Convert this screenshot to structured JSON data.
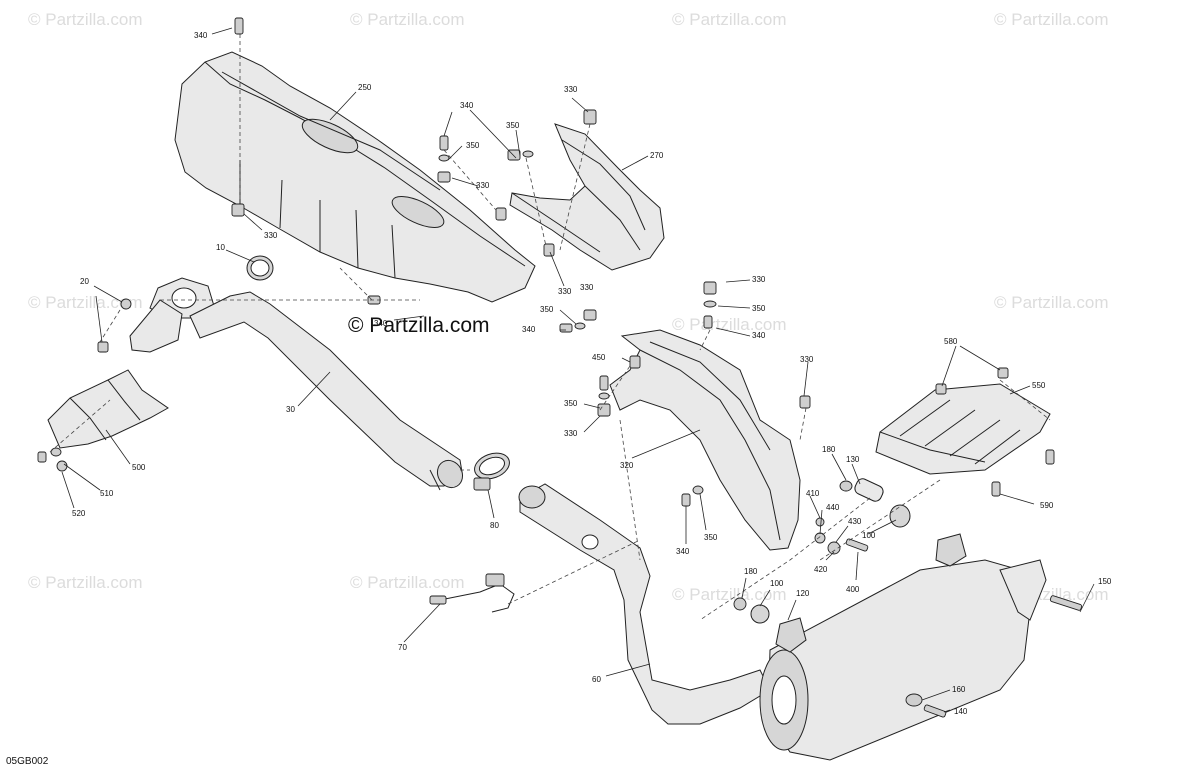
{
  "diagram": {
    "figure_id": "05GB002",
    "watermark_main": "© Partzilla.com",
    "watermark_repeat": "© Partzilla.com",
    "callouts": {
      "c340a": "340",
      "c250": "250",
      "c340b": "340",
      "c350a": "350",
      "c330a": "330",
      "c270": "270",
      "c350b": "350",
      "c330b": "330",
      "c330c": "330",
      "c330d": "330",
      "c10": "10",
      "c20": "20",
      "c340c": "340",
      "c330e": "330",
      "c350c": "350",
      "c340d": "340",
      "c330f": "330",
      "c350d": "350",
      "c340e": "340",
      "c450": "450",
      "c350e": "350",
      "c330g": "330",
      "c330h": "330",
      "c580": "580",
      "c550": "550",
      "c30": "30",
      "c500": "500",
      "c510": "510",
      "c520": "520",
      "c80": "80",
      "c320": "320",
      "c180a": "180",
      "c130": "130",
      "c410": "410",
      "c440": "440",
      "c430": "430",
      "c100a": "100",
      "c420": "420",
      "c400": "400",
      "c340f": "340",
      "c350f": "350",
      "c590": "590",
      "c70": "70",
      "c180b": "180",
      "c100b": "100",
      "c120": "120",
      "c60": "60",
      "c150": "150",
      "c160": "160",
      "c140": "140"
    }
  }
}
